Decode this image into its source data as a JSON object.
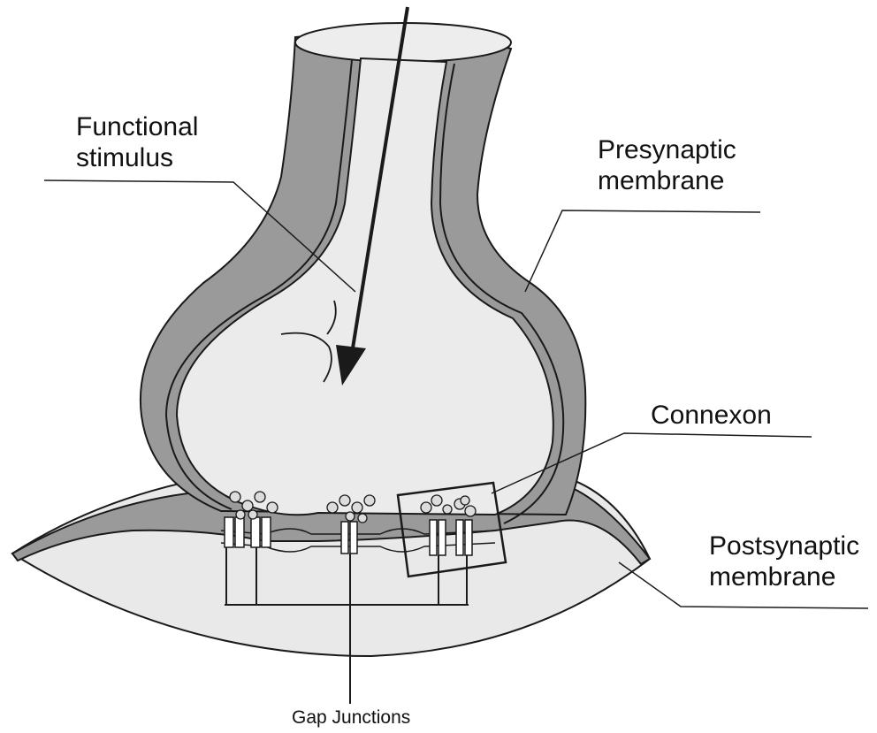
{
  "labels": {
    "functional_stimulus": [
      "Functional",
      "stimulus"
    ],
    "presynaptic": [
      "Presynaptic",
      "membrane"
    ],
    "connexon": "Connexon",
    "postsynaptic": [
      "Postsynaptic",
      "membrane"
    ],
    "gap_junctions": "Gap Junctions"
  },
  "colors": {
    "membrane_fill": "#9a9a9a",
    "cytoplasm_fill": "#ebebeb",
    "outline": "#1a1a1a",
    "background": "#ffffff"
  }
}
